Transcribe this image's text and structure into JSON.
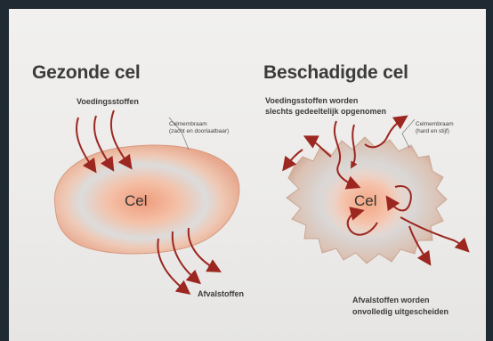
{
  "left_panel": {
    "title": "Gezonde cel",
    "nutrients_label": "Voedingsstoffen",
    "membrane_label": "Celmembraam",
    "membrane_note": "(zacht en doorlaatbaar)",
    "cell_label": "Cel",
    "waste_label": "Afvalstoffen"
  },
  "right_panel": {
    "title": "Beschadigde cel",
    "nutrients_line1": "Voedingsstoffen worden",
    "nutrients_line2": "slechts gedeeltelijk opgenomen",
    "membrane_label": "Celmembraam",
    "membrane_note": "(hard en stijf)",
    "cell_label": "Cel",
    "waste_line1": "Afvalstoffen worden",
    "waste_line2": "onvolledig uitgescheiden"
  },
  "colors": {
    "arrow": "#9c2620",
    "membrane_outer": "#e9b49c",
    "cell_core": "#ef9b7b",
    "poster_bg": "#efeeec"
  }
}
